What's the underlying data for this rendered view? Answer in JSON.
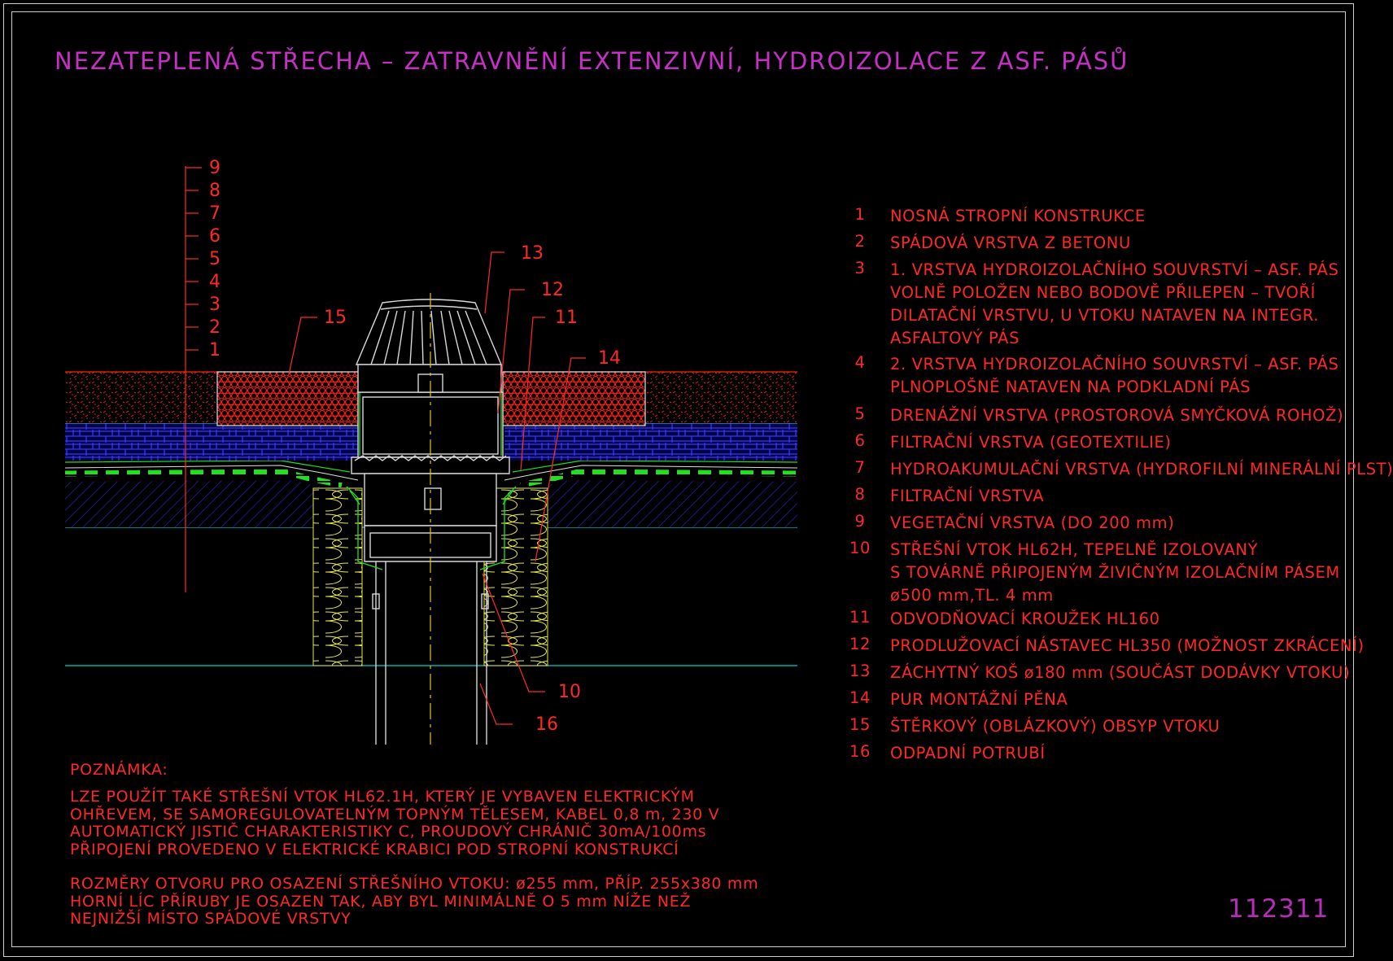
{
  "title": "NEZATEPLENÁ STŘECHA – ZATRAVNĚNÍ EXTENZIVNÍ, HYDROIZOLACE Z ASF. PÁSŮ",
  "drawing_number": "112311",
  "colors": {
    "frame": "#cfcfcf",
    "title": "#c72fc7",
    "text": "#ff2828",
    "gravel": "#ff2020",
    "drainage": "#2a2ae0",
    "membrane": "#20e020",
    "insulation": "#e8e850",
    "pipe": "#d8d8d8",
    "axis": "#e8c020",
    "surface_line": "#00d0d0"
  },
  "scale_labels": [
    "9",
    "8",
    "7",
    "6",
    "5",
    "4",
    "3",
    "2",
    "1"
  ],
  "callouts": [
    {
      "num": "13",
      "text": "13"
    },
    {
      "num": "12",
      "text": "12"
    },
    {
      "num": "11",
      "text": "11"
    },
    {
      "num": "15",
      "text": "15"
    },
    {
      "num": "14",
      "text": "14"
    },
    {
      "num": "10",
      "text": "10"
    },
    {
      "num": "16",
      "text": "16"
    }
  ],
  "legend": [
    {
      "num": "1",
      "text": "NOSNÁ STROPNÍ KONSTRUKCE"
    },
    {
      "num": "2",
      "text": "SPÁDOVÁ VRSTVA Z BETONU"
    },
    {
      "num": "3",
      "text": "1. VRSTVA HYDROIZOLAČNÍHO SOUVRSTVÍ – ASF. PÁS\nVOLNĚ POLOŽEN NEBO BODOVĚ PŘILEPEN – TVOŘÍ\nDILATAČNÍ VRSTVU, U VTOKU NATAVEN NA INTEGR.\nASFALTOVÝ PÁS"
    },
    {
      "num": "4",
      "text": "2. VRSTVA HYDROIZOLAČNÍHO SOUVRSTVÍ – ASF. PÁS\nPLNOPLOŠNĚ NATAVEN NA PODKLADNÍ PÁS"
    },
    {
      "num": "5",
      "text": "DRENÁŽNÍ VRSTVA (PROSTOROVÁ SMYČKOVÁ ROHOŽ)"
    },
    {
      "num": "6",
      "text": "FILTRAČNÍ VRSTVA (GEOTEXTILIE)"
    },
    {
      "num": "7",
      "text": "HYDROAKUMULAČNÍ VRSTVA (HYDROFILNÍ MINERÁLNÍ PLST)"
    },
    {
      "num": "8",
      "text": "FILTRAČNÍ VRSTVA"
    },
    {
      "num": "9",
      "text": "VEGETAČNÍ VRSTVA (DO 200 mm)"
    },
    {
      "num": "10",
      "text": "STŘEŠNÍ VTOK HL62H, TEPELNĚ IZOLOVANÝ\nS TOVÁRNĚ PŘIPOJENÝM ŽIVIČNÝM IZOLAČNÍM PÁSEM\nø500 mm,TL. 4 mm"
    },
    {
      "num": "11",
      "text": "ODVODŇOVACÍ KROUŽEK HL160"
    },
    {
      "num": "12",
      "text": "PRODLUŽOVACÍ NÁSTAVEC HL350 (MOŽNOST ZKRÁCENÍ)"
    },
    {
      "num": "13",
      "text": "ZÁCHYTNÝ KOŠ ø180 mm (SOUČÁST DODÁVKY VTOKU)"
    },
    {
      "num": "14",
      "text": "PUR MONTÁŽNÍ PĚNA"
    },
    {
      "num": "15",
      "text": "ŠTĚRKOVÝ (OBLÁZKOVÝ) OBSYP VTOKU"
    },
    {
      "num": "16",
      "text": "ODPADNÍ POTRUBÍ"
    }
  ],
  "note": {
    "heading": "POZNÁMKA:",
    "paragraph1": "LZE POUŽÍT TAKÉ STŘEŠNÍ VTOK HL62.1H, KTERÝ JE VYBAVEN ELEKTRICKÝM\nOHŘEVEM, SE SAMOREGULOVATELNÝM TOPNÝM TĚLESEM, KABEL 0,8 m, 230 V\nAUTOMATICKÝ JISTIČ CHARAKTERISTIKY C, PROUDOVÝ CHRÁNIČ 30mA/100ms\nPŘIPOJENÍ PROVEDENO V ELEKTRICKÉ KRABICI POD STROPNÍ KONSTRUKCÍ",
    "paragraph2": "ROZMĚRY OTVORU PRO OSAZENÍ STŘEŠNÍHO VTOKU: ø255 mm, PŘÍP. 255x380 mm\nHORNÍ LÍC PŘÍRUBY JE OSAZEN TAK, ABY BYL MINIMÁLNĚ O 5 mm NÍŽE NEŽ\nNEJNIŽŠÍ MÍSTO SPÁDOVÉ VRSTVY"
  }
}
